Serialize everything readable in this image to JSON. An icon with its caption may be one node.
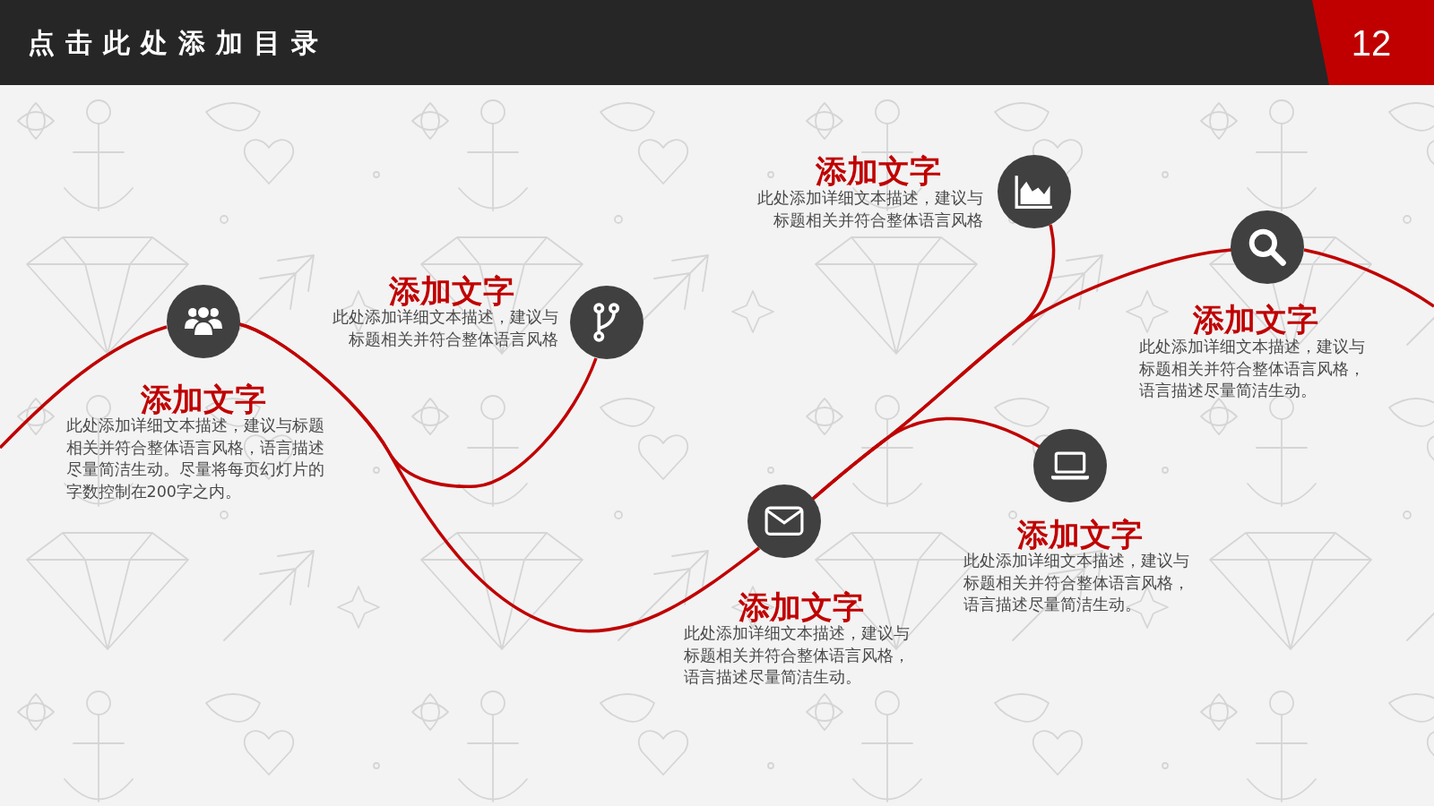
{
  "diagram": {
    "title": "点击此处添加目录",
    "nodes": [
      {
        "text": [],
        "shape": "circle",
        "beside": [
          "添加文字",
          "此处添加详细文本描述，建议与标题相关并符合整体语言风格，语言描述尽量简洁生动。尽量将每页幻灯片的字数控制在200字之内。"
        ]
      },
      {
        "text": [],
        "shape": "circle",
        "beside": [
          "添加文字",
          "此处添加详细文本描述，建议与标题相关并符合整体语言风格"
        ]
      },
      {
        "text": [],
        "shape": "circle",
        "beside": [
          "添加文字",
          "此处添加详细文本描述，建议与标题相关并符合整体语言风格，语言描述尽量简洁生动。"
        ]
      },
      {
        "text": [],
        "shape": "circle",
        "beside": [
          "添加文字",
          "此处添加详细文本描述，建议与标题相关并符合整体语言风格"
        ]
      },
      {
        "text": [],
        "shape": "circle",
        "beside": [
          "添加文字",
          "此处添加详细文本描述，建议与标题相关并符合整体语言风格，语言描述尽量简洁生动。"
        ]
      },
      {
        "text": [],
        "shape": "circle",
        "beside": [
          "添加文字",
          "此处添加详细文本描述，建议与标题相关并符合整体语言风格，语言描述尽量简洁生动。"
        ]
      }
    ],
    "edges": [
      {
        "from": null,
        "to": 0,
        "arrow": "none"
      },
      {
        "from": 0,
        "to": 1,
        "arrow": "none"
      },
      {
        "from": 0,
        "to": 2,
        "arrow": "none"
      },
      {
        "from": 2,
        "to": 3,
        "arrow": "none"
      },
      {
        "from": 2,
        "to": 4,
        "arrow": "none"
      },
      {
        "from": 2,
        "to": 5,
        "arrow": "none"
      },
      {
        "from": 5,
        "to": null,
        "arrow": "none"
      }
    ],
    "labels": [
      "12"
    ]
  }
}
